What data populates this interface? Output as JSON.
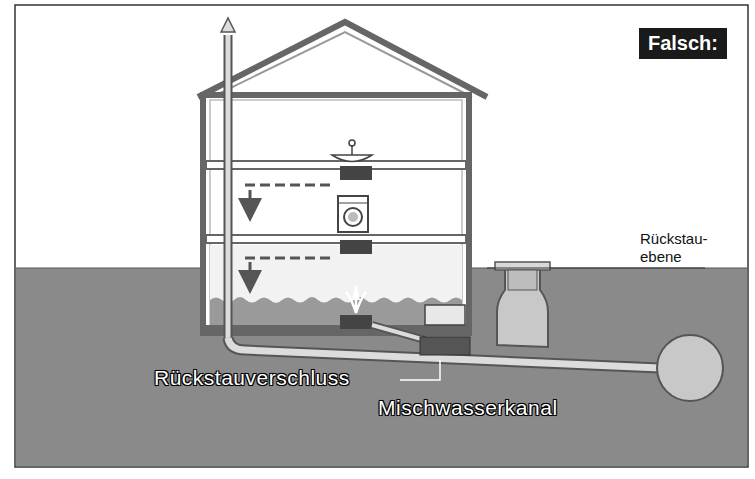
{
  "diagram": {
    "nodes": [
      {
        "text": [
          "Falsch:"
        ]
      }
    ],
    "labels": [
      "Rückstau- ebene",
      "Rückstauverschluss",
      "Mischwasserkanal"
    ]
  }
}
